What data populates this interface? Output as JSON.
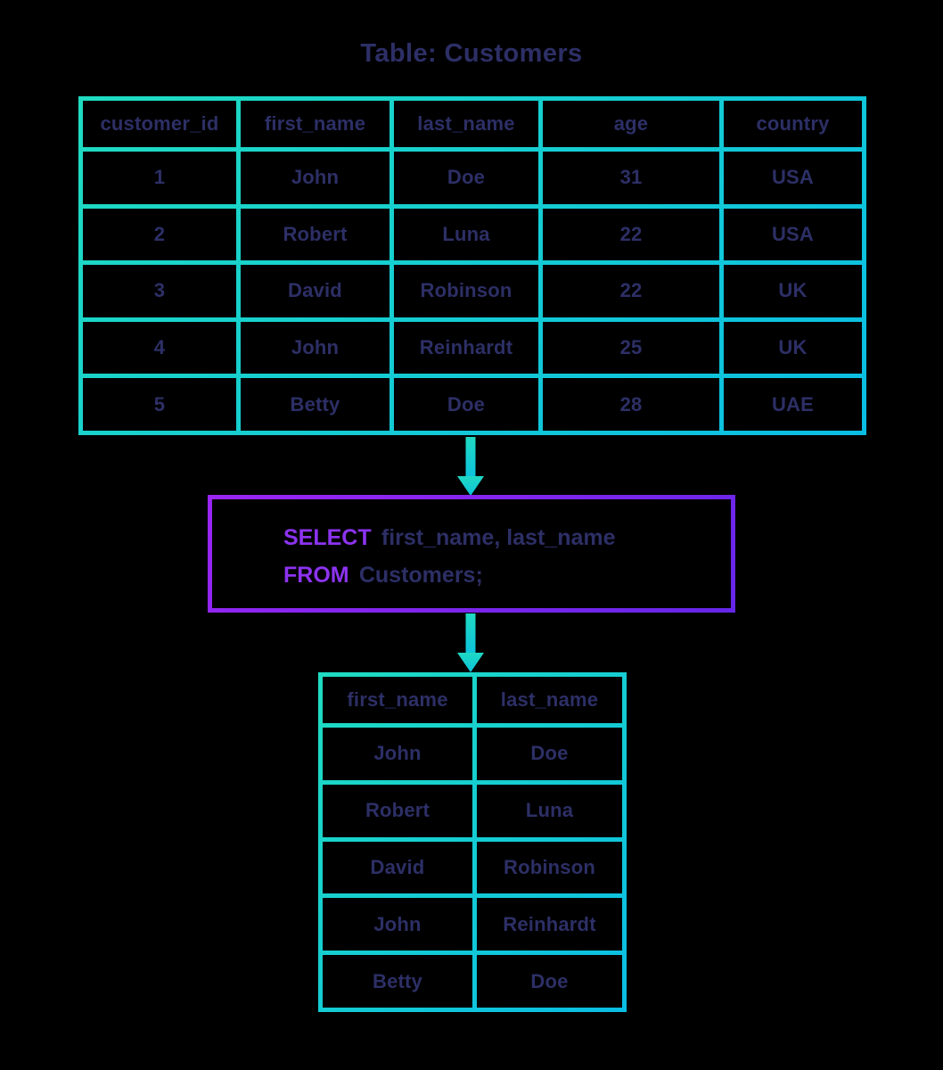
{
  "title": "Table: Customers",
  "colors": {
    "background": "#000000",
    "table_border_gradient": [
      "#1fdcc1",
      "#0abde4"
    ],
    "query_border_gradient": [
      "#9a26f2",
      "#6526e8"
    ],
    "arrow_gradient": [
      "#1fd9c2",
      "#0cc2dd"
    ],
    "text_navy": "#2d2f66",
    "keyword_purple": "#8c33f0"
  },
  "icons": {
    "flow_arrow_1": "down-arrow",
    "flow_arrow_2": "down-arrow"
  },
  "main_table": {
    "columns": [
      "customer_id",
      "first_name",
      "last_name",
      "age",
      "country"
    ],
    "rows": [
      [
        "1",
        "John",
        "Doe",
        "31",
        "USA"
      ],
      [
        "2",
        "Robert",
        "Luna",
        "22",
        "USA"
      ],
      [
        "3",
        "David",
        "Robinson",
        "22",
        "UK"
      ],
      [
        "4",
        "John",
        "Reinhardt",
        "25",
        "UK"
      ],
      [
        "5",
        "Betty",
        "Doe",
        "28",
        "UAE"
      ]
    ]
  },
  "query_box": {
    "line1": {
      "keyword": "SELECT",
      "text": "first_name, last_name"
    },
    "line2": {
      "keyword": "FROM",
      "text": "Customers;"
    }
  },
  "result_table": {
    "columns": [
      "first_name",
      "last_name"
    ],
    "rows": [
      [
        "John",
        "Doe"
      ],
      [
        "Robert",
        "Luna"
      ],
      [
        "David",
        "Robinson"
      ],
      [
        "John",
        "Reinhardt"
      ],
      [
        "Betty",
        "Doe"
      ]
    ]
  }
}
